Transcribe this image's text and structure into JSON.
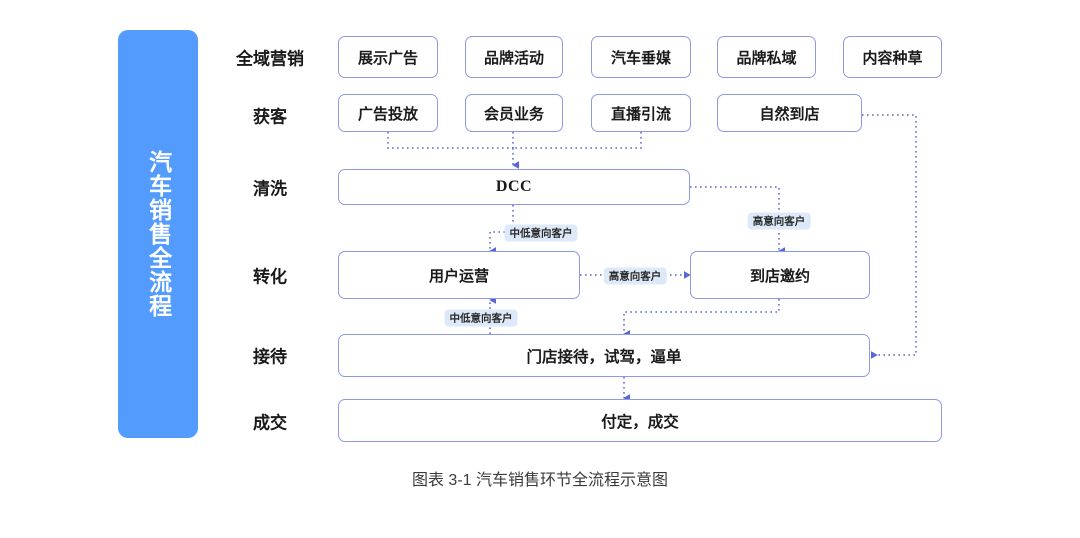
{
  "banner": {
    "label": "汽车销售全流程",
    "color": "#539cfd"
  },
  "theme": {
    "box_border": "#8f9ae4",
    "edge_color": "#5b66d6",
    "chip_bg": "#dde9f8",
    "page_bg": "#ffffff"
  },
  "stages": [
    {
      "label": "全域营销"
    },
    {
      "label": "获客"
    },
    {
      "label": "清洗"
    },
    {
      "label": "转化"
    },
    {
      "label": "接待"
    },
    {
      "label": "成交"
    }
  ],
  "nodes": {
    "marketing": [
      {
        "label": "展示广告"
      },
      {
        "label": "品牌活动"
      },
      {
        "label": "汽车垂媒"
      },
      {
        "label": "品牌私域"
      },
      {
        "label": "内容种草"
      }
    ],
    "acquisition": [
      {
        "label": "广告投放"
      },
      {
        "label": "会员业务"
      },
      {
        "label": "直播引流"
      },
      {
        "label": "自然到店"
      }
    ],
    "cleaning": [
      {
        "label": "DCC"
      }
    ],
    "conversion": [
      {
        "label": "用户运营"
      },
      {
        "label": "到店邀约"
      }
    ],
    "reception": [
      {
        "label": "门店接待，试驾，逼单"
      }
    ],
    "deal": [
      {
        "label": "付定，成交"
      }
    ]
  },
  "edge_labels": [
    {
      "label": "中低意向客户",
      "from": "DCC",
      "to": "用户运营"
    },
    {
      "label": "高意向客户",
      "from": "DCC",
      "to": "到店邀约"
    },
    {
      "label": "高意向客户",
      "from": "用户运营",
      "to": "到店邀约"
    },
    {
      "label": "中低意向客户",
      "from": "门店接待，试驾，逼单",
      "to": "用户运营"
    }
  ],
  "caption": {
    "text": "图表 3-1 汽车销售环节全流程示意图"
  }
}
